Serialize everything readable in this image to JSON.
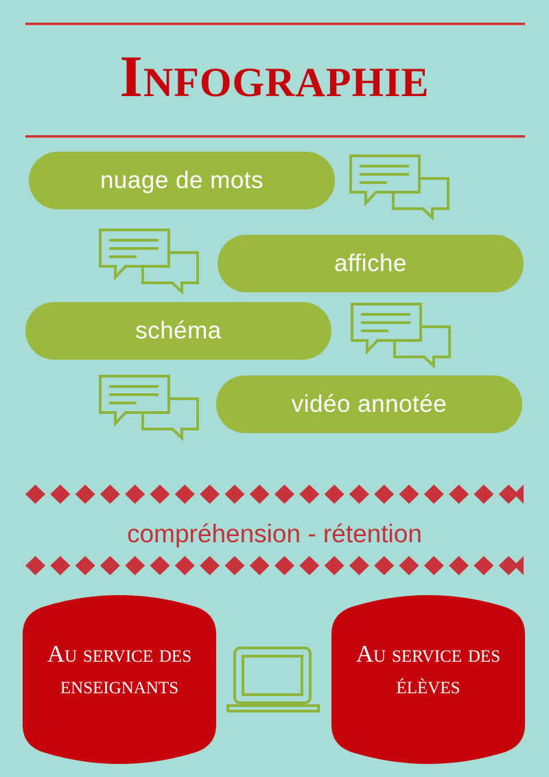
{
  "title": "Infographie",
  "items": [
    {
      "label": "nuage de mots"
    },
    {
      "label": "affiche"
    },
    {
      "label": "schéma"
    },
    {
      "label": "vidéo annotée"
    }
  ],
  "subtitle": "compréhension - rétention",
  "badges": [
    {
      "line1": "Au service des",
      "line2": "enseignants"
    },
    {
      "line1": "Au service des",
      "line2": "élèves"
    }
  ],
  "colors": {
    "background": "#a7dcd7",
    "accent_red": "#c6040c",
    "pill_green": "#9ab93e",
    "icon_green": "#8fb43c"
  },
  "icons": [
    "speech-bubbles-icon",
    "laptop-icon",
    "diamond-border"
  ]
}
